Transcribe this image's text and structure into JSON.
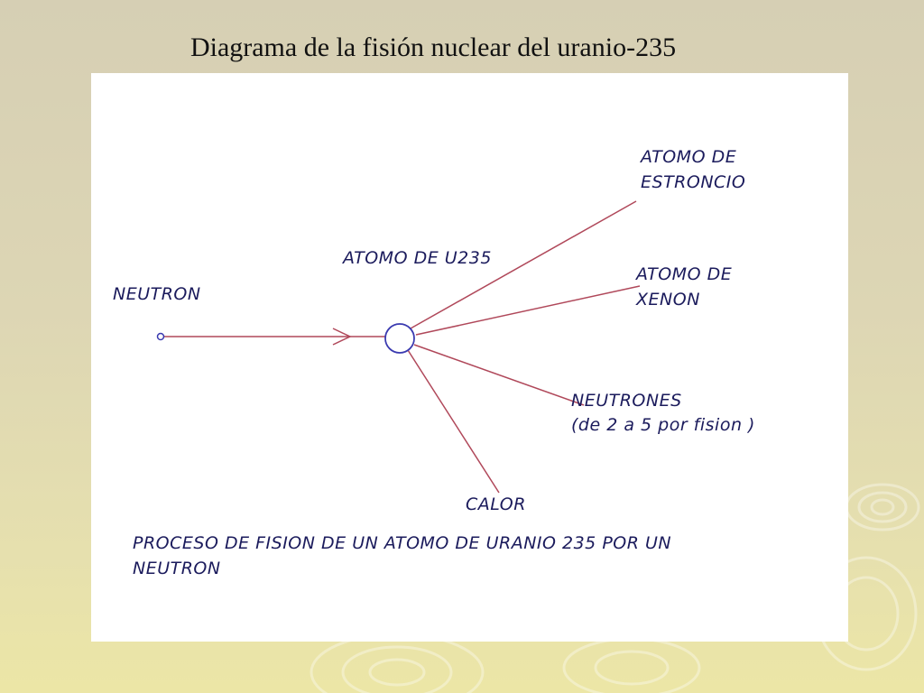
{
  "slide": {
    "title": "Diagrama de la fisión nuclear del uranio-235"
  },
  "diagram": {
    "nodes": [
      {
        "id": "neutron",
        "lines": [
          "NEUTRON"
        ]
      },
      {
        "id": "u235",
        "lines": [
          "ATOMO DE U235"
        ]
      },
      {
        "id": "strontium",
        "lines": [
          "ATOMO DE",
          "ESTRONCIO"
        ]
      },
      {
        "id": "xenon",
        "lines": [
          "ATOMO DE",
          "XENON"
        ]
      },
      {
        "id": "neutrons",
        "lines": [
          "NEUTRONES",
          "(de 2 a 5 por fision )"
        ]
      },
      {
        "id": "heat",
        "lines": [
          "CALOR"
        ]
      }
    ],
    "caption_lines": [
      "PROCESO DE FISION DE UN ATOMO DE URANIO 235 POR UN",
      "NEUTRON"
    ]
  },
  "colors": {
    "line": "#b0485a",
    "node": "#3a3ab0",
    "label": "#1b1b5c"
  }
}
